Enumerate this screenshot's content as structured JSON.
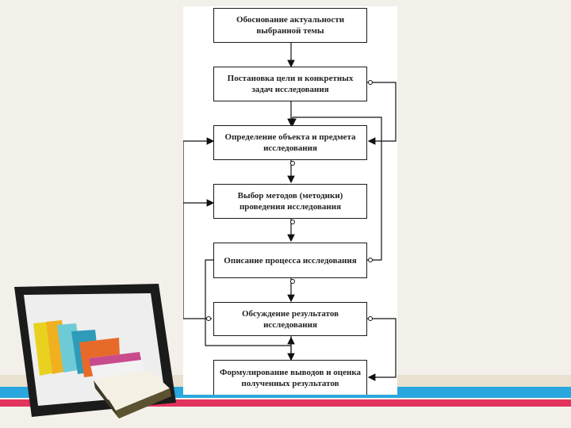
{
  "diagram": {
    "steps": [
      {
        "label": "Обоснование актуальности выбранной темы"
      },
      {
        "label": "Постановка цели и конкретных задач исследования"
      },
      {
        "label": "Определение объекта и предмета исследования"
      },
      {
        "label": "Выбор методов (методики) проведения исследования"
      },
      {
        "label": "Описание процесса исследования"
      },
      {
        "label": "Обсуждение результатов исследования"
      },
      {
        "label": "Формулирование выводов и оценка полученных результатов"
      }
    ]
  },
  "colors": {
    "background": "#f3f0ea",
    "stripe_blue": "#2aa7df",
    "stripe_pink": "#e2335f",
    "box_border": "#1a1a1a",
    "arrow": "#111111"
  },
  "decorations": {
    "tablet": "tablet-with-books-illustration"
  }
}
